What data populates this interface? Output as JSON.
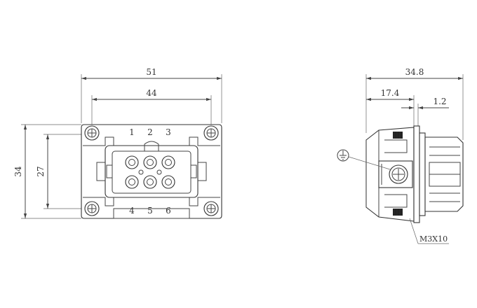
{
  "front_view": {
    "dimensions": {
      "overall_width": "51",
      "hole_spacing_width": "44",
      "overall_height": "34",
      "hole_spacing_height": "27"
    },
    "pin_numbers_top": [
      "1",
      "2",
      "3"
    ],
    "pin_numbers_bottom": [
      "4",
      "5",
      "6"
    ]
  },
  "side_view": {
    "dimensions": {
      "overall_depth": "34.8",
      "flange_offset": "17.4",
      "flange_thickness": "1.2"
    },
    "screw_callout": "M3X10",
    "ground_symbol": "protective-earth-icon"
  }
}
